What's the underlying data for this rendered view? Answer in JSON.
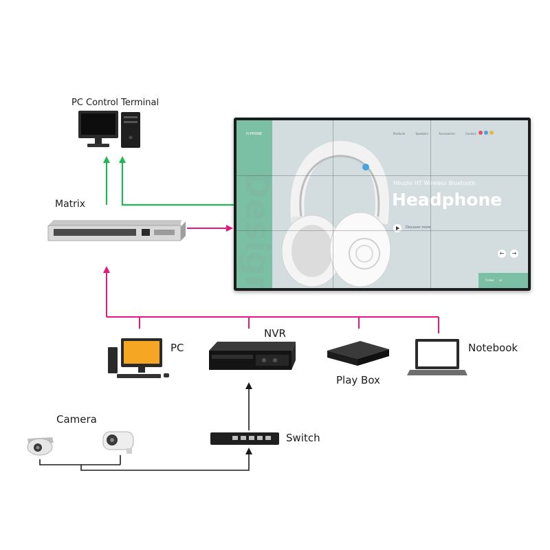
{
  "labels": {
    "pc_control_terminal": "PC Control Terminal",
    "matrix": "Matrix",
    "pc": "PC",
    "nvr": "NVR",
    "play_box": "Play Box",
    "notebook": "Notebook",
    "camera": "Camera",
    "switch": "Switch"
  },
  "screen": {
    "brand": "H-PHONE",
    "nav": "Products Speakers Accessories Contact",
    "side_text": "Design",
    "subtitle": "Hbudio HT Wireless Bluetooth",
    "title": "Headphone",
    "discover": "Discover more",
    "follow": "Follow us",
    "prev_arrow": "←",
    "next_arrow": "→",
    "cart_colors": [
      "#e0535d",
      "#4aa3dc",
      "#f0b43c"
    ]
  },
  "colors": {
    "green_link": "#1db954",
    "magenta_link": "#e8177f",
    "black_link": "#1a1a1a",
    "accent": "#7bbfa5",
    "screen_bg": "#d3dcdf"
  }
}
